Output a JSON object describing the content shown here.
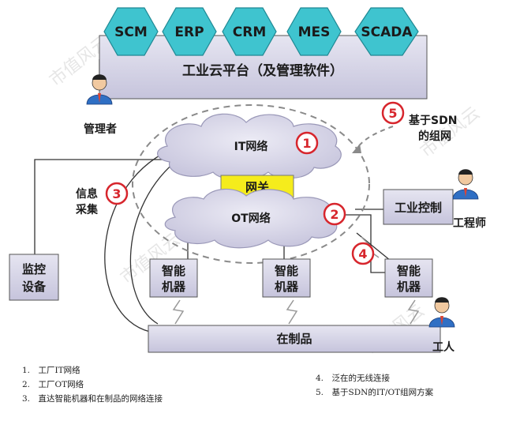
{
  "top_apps": [
    "SCM",
    "ERP",
    "CRM",
    "MES",
    "SCADA"
  ],
  "platform": "工业云平台（及管理软件）",
  "it_network": "IT网络",
  "ot_network": "OT网络",
  "gateway": "网关",
  "monitor": [
    "监控",
    "设备"
  ],
  "info_collect": [
    "信息",
    "采集"
  ],
  "industrial_control": "工业控制",
  "machines": [
    [
      "智能",
      "机器"
    ],
    [
      "智能",
      "机器"
    ],
    [
      "智能",
      "机器"
    ]
  ],
  "wip": "在制品",
  "sdn_label": [
    "基于SDN",
    "的组网"
  ],
  "people": {
    "manager": "管理者",
    "engineer": "工程师",
    "worker": "工人"
  },
  "markers": [
    "1",
    "2",
    "3",
    "4",
    "5"
  ],
  "legend_left": [
    "1.　工厂IT网络",
    "2.　工厂OT网络",
    "3.　直达智能机器和在制品的网络连接"
  ],
  "legend_right": [
    "4.　泛在的无线连接",
    "5.　基于SDN的IT/OT组网方案"
  ],
  "watermark": "市值风云",
  "colors": {
    "hex_fill": "#3fc4cf",
    "box_fill": "#d2d1e4",
    "cloud_fill": "#d8d7ea",
    "gateway_fill": "#f5ec1c",
    "marker_red": "#d7262d",
    "dashed": "#8a8a8a"
  }
}
